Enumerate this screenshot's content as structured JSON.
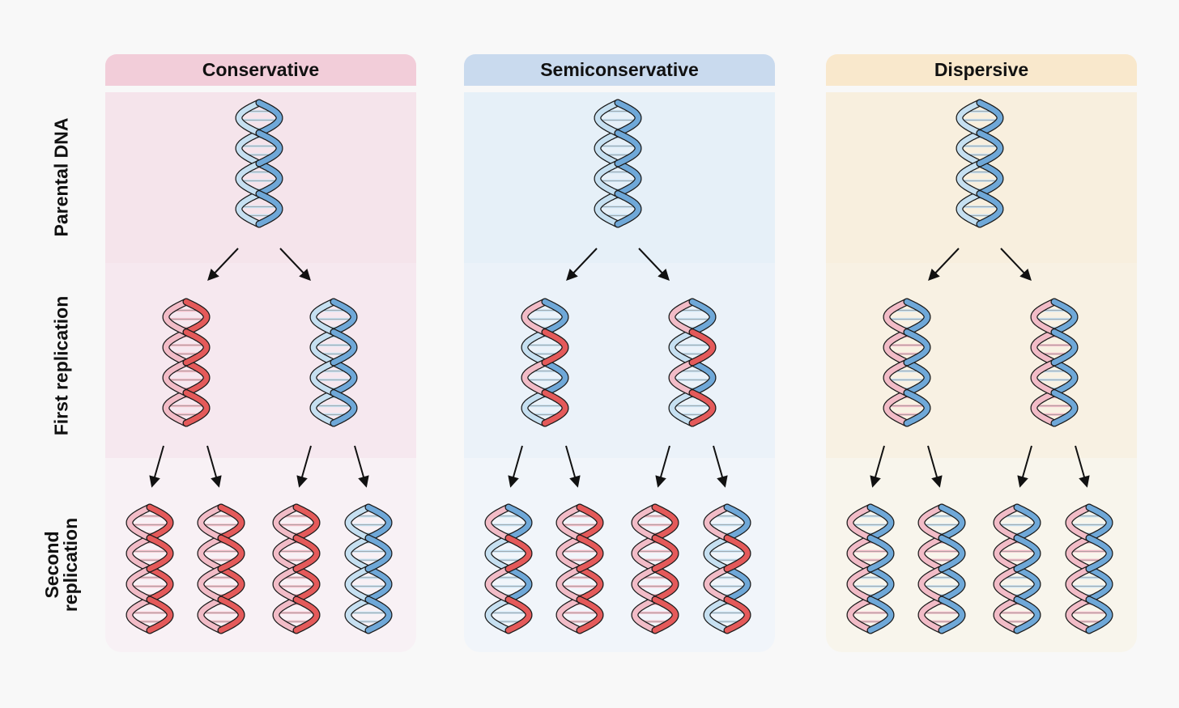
{
  "rows": [
    {
      "id": "parental",
      "label": "Parental DNA"
    },
    {
      "id": "first",
      "label": "First replication"
    },
    {
      "id": "second",
      "label": "Second\nreplication"
    }
  ],
  "columns": [
    {
      "id": "conservative",
      "title": "Conservative",
      "header_color": "#f2cdd9",
      "band_colors": [
        "#f5e4eb",
        "#f6e8ef",
        "#f8f1f5"
      ],
      "parental": [
        "BB"
      ],
      "first": [
        "RR",
        "BB"
      ],
      "second": [
        "RR",
        "RR",
        "RR",
        "BB"
      ]
    },
    {
      "id": "semiconservative",
      "title": "Semiconservative",
      "header_color": "#c9daee",
      "band_colors": [
        "#e6f0f8",
        "#ebf2f9",
        "#f1f5fa"
      ],
      "parental": [
        "BB"
      ],
      "first": [
        "BR",
        "BR"
      ],
      "second": [
        "BR",
        "RR",
        "RR",
        "BR"
      ]
    },
    {
      "id": "dispersive",
      "title": "Dispersive",
      "header_color": "#f9e8cc",
      "band_colors": [
        "#f8efde",
        "#f8f1e3",
        "#f8f5ec"
      ],
      "parental": [
        "BB"
      ],
      "first": [
        "MX",
        "MX"
      ],
      "second": [
        "MX",
        "MX",
        "MX",
        "MX"
      ]
    }
  ],
  "colors": {
    "blue": "#6fa8d8",
    "blue_light": "#c6e0f1",
    "red": "#e45a5a",
    "red_light": "#f2bcc7",
    "outline": "#1a1a1a",
    "arrow": "#111111"
  }
}
